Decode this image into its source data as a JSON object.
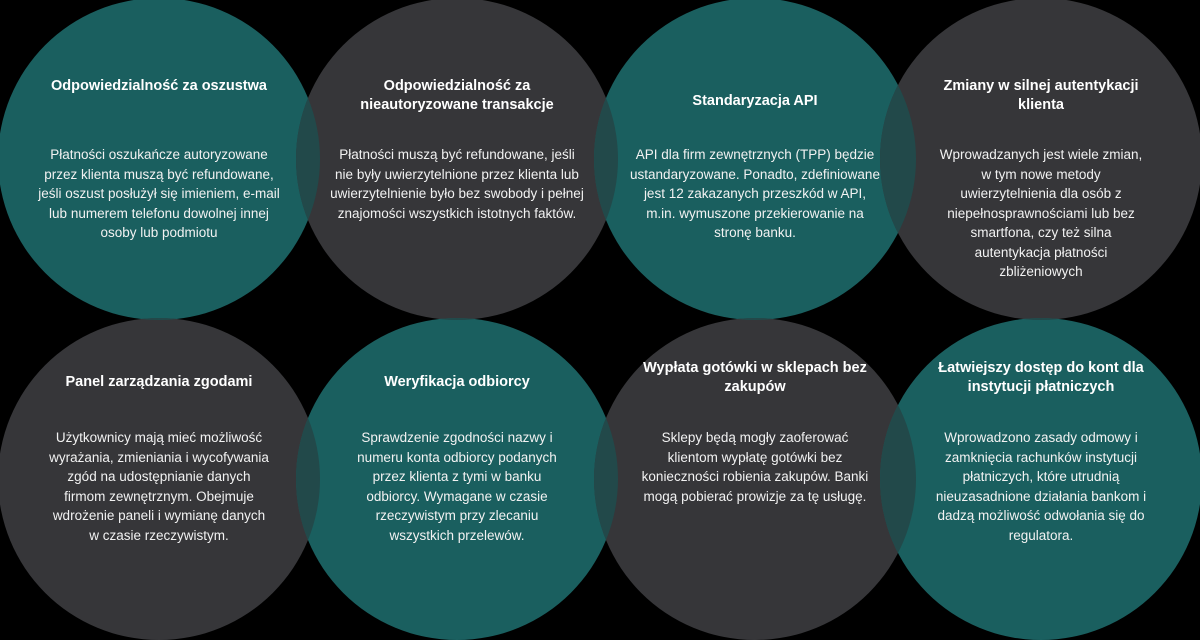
{
  "circles": [
    {
      "title": "Odpowiedzialność za oszustwa",
      "text": "Płatności oszukańcze autoryzowane przez klienta muszą być refundowane, jeśli oszust posłużył się imieniem, e-mail lub numerem telefonu dowolnej innej osoby lub podmiotu"
    },
    {
      "title": "Odpowiedzialność za nieautoryzowane transakcje",
      "text": "Płatności muszą być refundowane, jeśli nie były uwierzytelnione przez klienta lub uwierzytelnienie było bez swobody i pełnej znajomości wszystkich istotnych faktów."
    },
    {
      "title": "Standaryzacja API",
      "text": "API dla firm zewnętrznych (TPP) będzie ustandaryzowane. Ponadto, zdefiniowane jest 12 zakazanych przeszkód w API, m.in. wymuszone przekierowanie na stronę banku."
    },
    {
      "title": "Zmiany w silnej autentykacji klienta",
      "text": "Wprowadzanych jest wiele zmian, w tym nowe metody uwierzytelnienia dla osób z niepełnosprawnościami lub bez smartfona, czy też silna autentykacja płatności zbliżeniowych"
    },
    {
      "title": "Panel zarządzania zgodami",
      "text": "Użytkownicy mają mieć możliwość wyrażania, zmieniania i wycofywania zgód na udostępnianie danych firmom zewnętrznym. Obejmuje wdrożenie paneli i wymianę danych w czasie rzeczywistym."
    },
    {
      "title": "Weryfikacja odbiorcy",
      "text": "Sprawdzenie zgodności nazwy i numeru konta odbiorcy podanych przez klienta z tymi w banku odbiorcy. Wymagane w czasie rzeczywistym przy zlecaniu wszystkich przelewów."
    },
    {
      "title": "Wypłata gotówki w sklepach bez zakupów",
      "text": "Sklepy będą mogły zaoferować klientom wypłatę gotówki bez konieczności robienia zakupów. Banki mogą pobierać prowizje za tę usługę."
    },
    {
      "title": "Łatwiejszy dostęp do kont dla instytucji płatniczych",
      "text": "Wprowadzono zasady odmowy i zamknięcia rachunków instytucji płatniczych, które utrudnią nieuzasadnione działania bankom i dadzą możliwość odwołania się do regulatora."
    }
  ]
}
